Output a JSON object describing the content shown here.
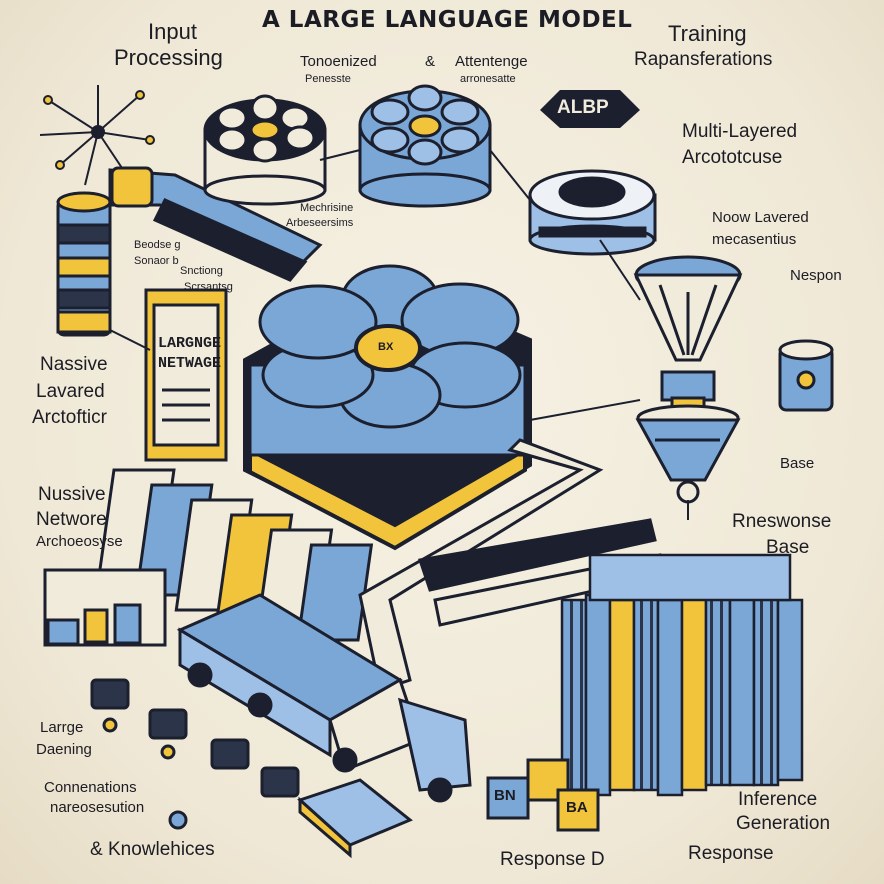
{
  "title": "A LARGE LANGUAGE MODEL",
  "labels": {
    "input_processing_1": "Input",
    "input_processing_2": "Processing",
    "tokenized_1": "Tonoenized",
    "tokenized_2": "Penesste",
    "ampersand": "&",
    "attention_1": "Attentenge",
    "attention_2": "arronesatte",
    "training_1": "Training",
    "training_2": "Rapansferations",
    "albp": "ALBP",
    "multi_layered_1": "Multi-Layered",
    "multi_layered_2": "Arcototcuse",
    "now_layered_1": "Noow Lavered",
    "now_layered_2": "mecasentius",
    "mechanisms_1": "Mechrisine",
    "mechanisms_2": "Arbeseersims",
    "small_left_1": "Beodse  g",
    "small_left_2": "Sonaor   b",
    "small_left_3": "Snctiong",
    "small_left_4": "Scrsantsg",
    "nassive_1": "Nassive",
    "nassive_2": "Lavared",
    "nassive_3": "Arctofticr",
    "panel_1": "LARGNGE",
    "panel_2": "NETWAGE",
    "center_chip": "BX",
    "nussive_1": "Nussive",
    "nussive_2": "Networe",
    "nussive_3": "Archoeosyse",
    "nespon_1": "Nespon",
    "response_base_1": "Rneswonse",
    "response_base_2": "Base",
    "small_base": "Base",
    "large_1": "Larrge",
    "large_2": "Daening",
    "connections_1": "Connenations",
    "connections_2": "nareosesution",
    "knowledge": "& Knowlehices",
    "response_d": "Response D",
    "inference_1": "Inference",
    "inference_2": "Generation",
    "response_final": "Response",
    "block_a": "BN",
    "block_b": "BA"
  },
  "colors": {
    "blue": "#7aa7d6",
    "dark": "#1b1f2e",
    "yellow": "#f2c43b",
    "cream": "#f1ebdc"
  }
}
